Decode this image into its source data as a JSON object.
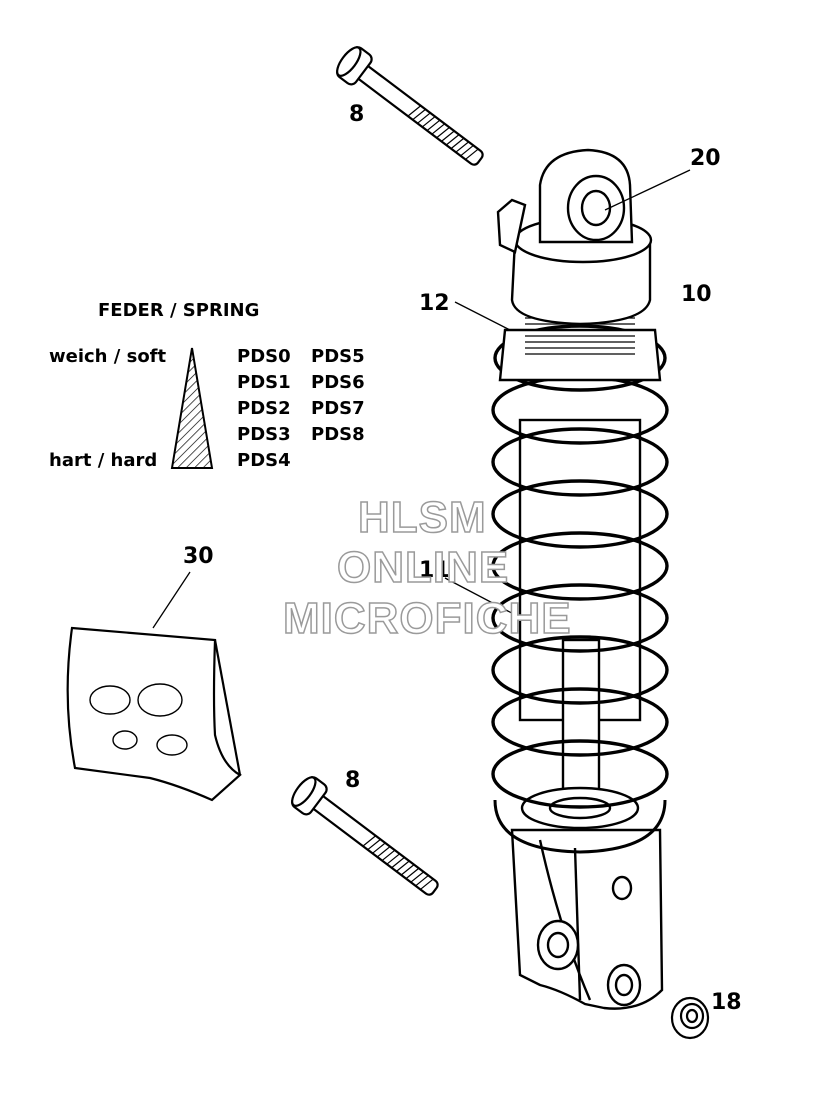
{
  "callouts": {
    "bolt_top": "8",
    "bolt_bottom": "8",
    "eye_bushing": "20",
    "shock_assembly": "10",
    "adjuster_ring": "12",
    "spring": "11",
    "decal": "30",
    "bushing_bottom": "18"
  },
  "legend": {
    "title": "FEDER / SPRING",
    "soft_label": "weich / soft",
    "hard_label": "hart / hard",
    "codes_col1": [
      "PDS0",
      "PDS1",
      "PDS2",
      "PDS3",
      "PDS4"
    ],
    "codes_col2": [
      "PDS5",
      "PDS6",
      "PDS7",
      "PDS8"
    ]
  },
  "watermark": {
    "line1": "HLSM",
    "line2": "ONLINE",
    "line3": "MICROFICHE"
  }
}
